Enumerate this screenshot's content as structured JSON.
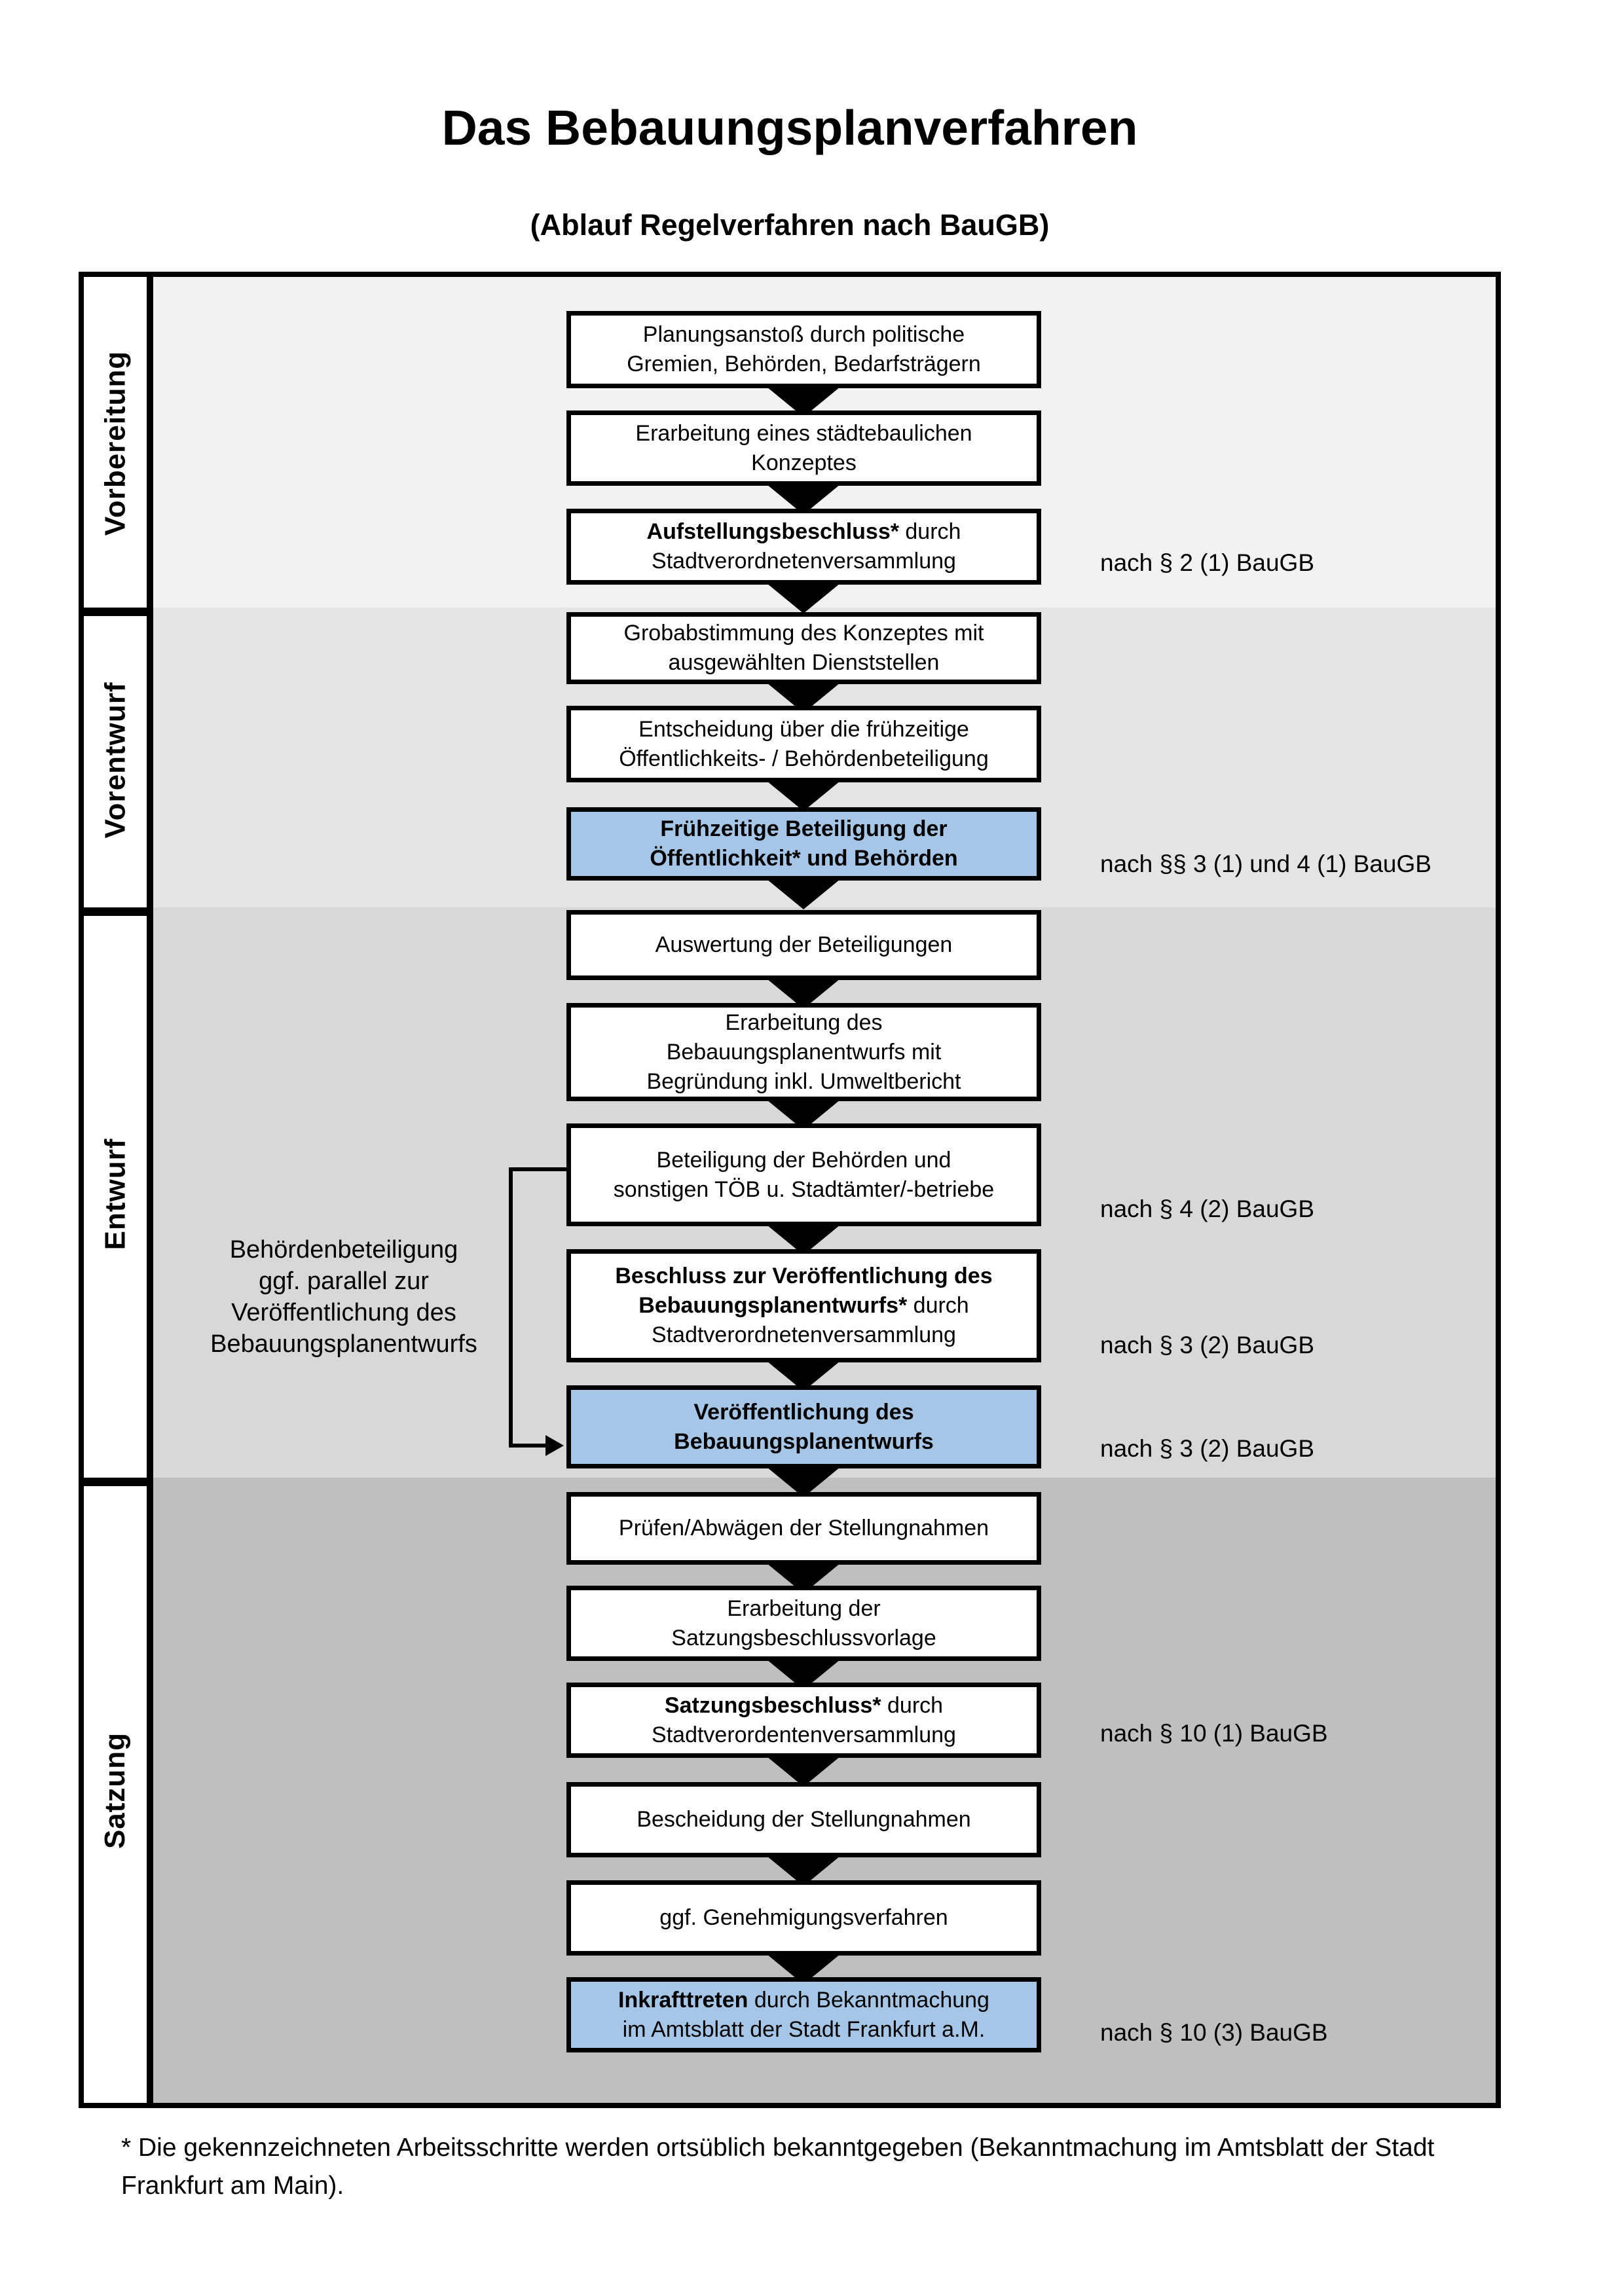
{
  "page": {
    "title": "Das Bebauungsplanverfahren",
    "subtitle": "(Ablauf Regelverfahren nach BauGB)",
    "footnote": {
      "line1": "* Die gekennzeichneten Arbeitsschritte werden ortsüblich bekanntgegeben (Bekanntmachung im Amtsblatt  der Stadt",
      "line2": "Frankfurt am Main)."
    }
  },
  "colors": {
    "highlight_box_fill": "#a6c6e7",
    "box_fill": "#ffffff",
    "border": "#000000",
    "phase_fills": [
      "#f2f2f2",
      "#e4e4e4",
      "#d8d8d8",
      "#bfbfbf"
    ]
  },
  "phases": [
    {
      "label": "Vorbereitung"
    },
    {
      "label": "Vorentwurf"
    },
    {
      "label": "Entwurf"
    },
    {
      "label": "Satzung"
    }
  ],
  "annotation": {
    "lines": [
      "Behördenbeteiligung",
      "ggf. parallel zur",
      "Veröffentlichung des",
      "Bebauungsplanentwurfs"
    ]
  },
  "references": [
    {
      "text": "nach § 2 (1) BauGB"
    },
    {
      "text": "nach §§ 3 (1) und 4 (1) BauGB"
    },
    {
      "text": "nach § 4 (2) BauGB"
    },
    {
      "text": "nach § 3 (2) BauGB"
    },
    {
      "text": "nach § 3 (2) BauGB"
    },
    {
      "text": "nach § 10 (1) BauGB"
    },
    {
      "text": "nach § 10 (3) BauGB"
    }
  ],
  "boxes": [
    {
      "highlighted": false,
      "lines": [
        {
          "parts": [
            {
              "text": "Planungsanstoß durch politische",
              "bold": false
            }
          ]
        },
        {
          "parts": [
            {
              "text": "Gremien, Behörden, Bedarfsträgern",
              "bold": false
            }
          ]
        }
      ]
    },
    {
      "highlighted": false,
      "lines": [
        {
          "parts": [
            {
              "text": "Erarbeitung eines städtebaulichen",
              "bold": false
            }
          ]
        },
        {
          "parts": [
            {
              "text": "Konzeptes",
              "bold": false
            }
          ]
        }
      ]
    },
    {
      "highlighted": false,
      "lines": [
        {
          "parts": [
            {
              "text": "Aufstellungsbeschluss*",
              "bold": true
            },
            {
              "text": " durch",
              "bold": false
            }
          ]
        },
        {
          "parts": [
            {
              "text": "Stadtverordnetenversammlung",
              "bold": false
            }
          ]
        }
      ]
    },
    {
      "highlighted": false,
      "lines": [
        {
          "parts": [
            {
              "text": "Grobabstimmung des Konzeptes mit",
              "bold": false
            }
          ]
        },
        {
          "parts": [
            {
              "text": "ausgewählten Dienststellen",
              "bold": false
            }
          ]
        }
      ]
    },
    {
      "highlighted": false,
      "lines": [
        {
          "parts": [
            {
              "text": "Entscheidung über die frühzeitige",
              "bold": false
            }
          ]
        },
        {
          "parts": [
            {
              "text": "Öffentlichkeits- / Behördenbeteiligung",
              "bold": false
            }
          ]
        }
      ]
    },
    {
      "highlighted": true,
      "lines": [
        {
          "parts": [
            {
              "text": "Frühzeitige Beteiligung der",
              "bold": true
            }
          ]
        },
        {
          "parts": [
            {
              "text": "Öffentlichkeit* und Behörden",
              "bold": true
            }
          ]
        }
      ]
    },
    {
      "highlighted": false,
      "lines": [
        {
          "parts": [
            {
              "text": "Auswertung der Beteiligungen",
              "bold": false
            }
          ]
        }
      ]
    },
    {
      "highlighted": false,
      "lines": [
        {
          "parts": [
            {
              "text": "Erarbeitung des",
              "bold": false
            }
          ]
        },
        {
          "parts": [
            {
              "text": "Bebauungsplanentwurfs mit",
              "bold": false
            }
          ]
        },
        {
          "parts": [
            {
              "text": "Begründung inkl. Umweltbericht",
              "bold": false
            }
          ]
        }
      ]
    },
    {
      "highlighted": false,
      "lines": [
        {
          "parts": [
            {
              "text": "Beteiligung der Behörden und",
              "bold": false
            }
          ]
        },
        {
          "parts": [
            {
              "text": "sonstigen TÖB u. Stadtämter/-betriebe",
              "bold": false
            }
          ]
        }
      ]
    },
    {
      "highlighted": false,
      "lines": [
        {
          "parts": [
            {
              "text": "Beschluss zur Veröffentlichung des",
              "bold": true
            }
          ]
        },
        {
          "parts": [
            {
              "text": "Bebauungsplanentwurfs*",
              "bold": true
            },
            {
              "text": " durch",
              "bold": false
            }
          ]
        },
        {
          "parts": [
            {
              "text": "Stadtverordnetenversammlung",
              "bold": false
            }
          ]
        }
      ]
    },
    {
      "highlighted": true,
      "lines": [
        {
          "parts": [
            {
              "text": "Veröffentlichung des",
              "bold": true
            }
          ]
        },
        {
          "parts": [
            {
              "text": "Bebauungsplanentwurfs",
              "bold": true
            }
          ]
        }
      ]
    },
    {
      "highlighted": false,
      "lines": [
        {
          "parts": [
            {
              "text": "Prüfen/Abwägen der Stellungnahmen",
              "bold": false
            }
          ]
        }
      ]
    },
    {
      "highlighted": false,
      "lines": [
        {
          "parts": [
            {
              "text": "Erarbeitung der",
              "bold": false
            }
          ]
        },
        {
          "parts": [
            {
              "text": "Satzungsbeschlussvorlage",
              "bold": false
            }
          ]
        }
      ]
    },
    {
      "highlighted": false,
      "lines": [
        {
          "parts": [
            {
              "text": "Satzungsbeschluss*",
              "bold": true
            },
            {
              "text": " durch",
              "bold": false
            }
          ]
        },
        {
          "parts": [
            {
              "text": "Stadtverordentenversammlung",
              "bold": false
            }
          ]
        }
      ]
    },
    {
      "highlighted": false,
      "lines": [
        {
          "parts": [
            {
              "text": "Bescheidung der Stellungnahmen",
              "bold": false
            }
          ]
        }
      ]
    },
    {
      "highlighted": false,
      "lines": [
        {
          "parts": [
            {
              "text": "ggf. Genehmigungsverfahren",
              "bold": false
            }
          ]
        }
      ]
    },
    {
      "highlighted": true,
      "lines": [
        {
          "parts": [
            {
              "text": "Inkrafttreten",
              "bold": true
            },
            {
              "text": " durch Bekanntmachung",
              "bold": false
            }
          ]
        },
        {
          "parts": [
            {
              "text": "im Amtsblatt der Stadt Frankfurt a.M.",
              "bold": false
            }
          ]
        }
      ]
    }
  ]
}
